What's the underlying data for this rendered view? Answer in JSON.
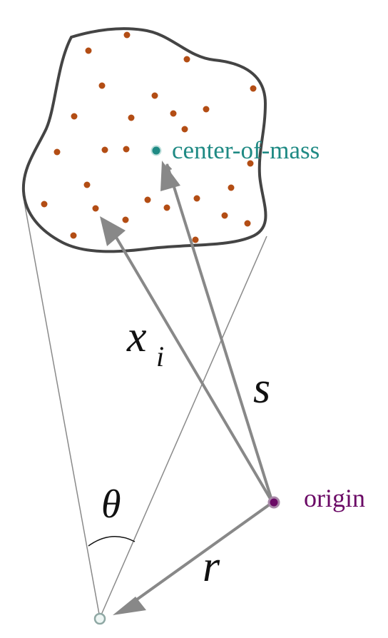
{
  "labels": {
    "center_of_mass": "center-of-mass",
    "origin": "origin",
    "x": "x",
    "x_subscript": "i",
    "s": "s",
    "r": "r",
    "theta": "θ"
  },
  "colors": {
    "outline": "#444444",
    "particle": "#b34d14",
    "center_of_mass": "#1f8a84",
    "origin": "#6b0a66",
    "vector": "#888888",
    "observer": "#b8d8d0"
  }
}
